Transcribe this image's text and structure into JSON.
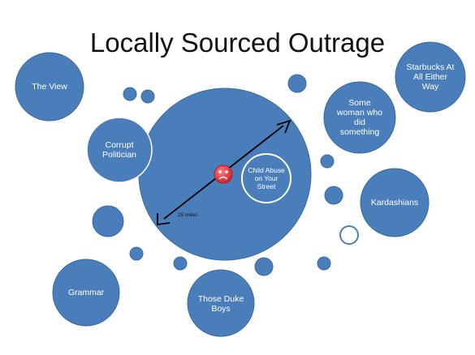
{
  "title": "Locally Sourced Outrage",
  "colors": {
    "bubble_fill": "#4a7ebb",
    "bubble_stroke": "#3a6aa2",
    "label_text": "#ffffff",
    "arrow": "#000000",
    "face_red": "#e8343b"
  },
  "center_icon": "frowning-face-icon",
  "radius_label": "25 miles",
  "bubbles": {
    "the_view": "The View",
    "corrupt_politician": "Corrupt Politician",
    "child_abuse": "Child Abuse on Your Street",
    "some_woman": "Some woman who did something",
    "starbucks": "Starbucks At All Either Way",
    "kardashians": "Kardashians",
    "grammar": "Grammar",
    "duke_boys": "Those Duke Boys"
  }
}
